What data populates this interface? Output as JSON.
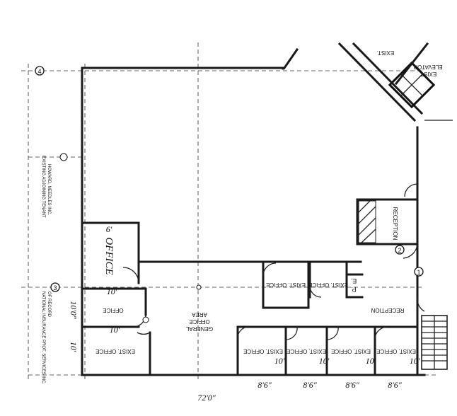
{
  "rooms": {
    "office_left": "OFFICE",
    "office_small": "OFFICE",
    "exist_office_bl": "EXIST. OFFICE",
    "general_office_area": [
      "GENERAL",
      "OFFICE",
      "AREA"
    ],
    "exist_office_mid": "EXIST. OFFICE",
    "exist_office_mid2": "EXIST. OFFICE",
    "pe": [
      "P.",
      "E."
    ],
    "reception_room": "RECEPTION",
    "reception_area": "RECEPTION",
    "exist_office_b1": "EXIST. OFFICE",
    "exist_office_b2": "EXIST. OFFICE",
    "exist_office_b3": "EXIST. OFFICE",
    "exist_office_b4": "EXIST. OFFICE",
    "exist_elevator": [
      "EXIST.",
      "ELEVATOR"
    ],
    "exist_stair": "EXIST."
  },
  "dimensions": {
    "overall_width": "72'0\"",
    "bay1": "8'6\"",
    "bay2": "8'6\"",
    "bay3": "8'6\"",
    "bay4": "8'6\"",
    "left_side_1": "10'0\"",
    "left_side_2": "10'",
    "room_6": "6'",
    "room_10a": "10'",
    "room_10b": "10'",
    "room_10c": "10'",
    "room_10d": "10'",
    "room_10e": "10'",
    "room_10f": "10'"
  },
  "side_notes": {
    "left_top": [
      "EXISTING ADJOINING TENANT",
      "HOWARD, NEEDLES INC."
    ],
    "left_bottom": [
      "NATIONAL INSURANCE PROT. SERVICES INC.",
      "OF RECORD"
    ]
  },
  "grid_markers": {
    "a": "4",
    "b": "3",
    "c": "2",
    "d": "1"
  }
}
